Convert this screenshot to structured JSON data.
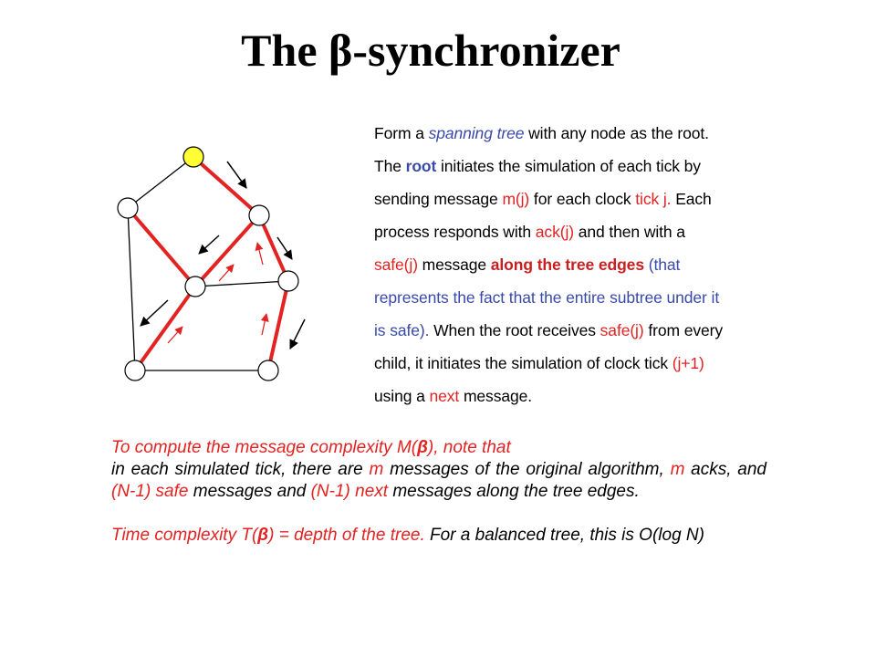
{
  "title": {
    "prefix": "The ",
    "symbol": "β",
    "suffix": "-synchronizer"
  },
  "description": {
    "s1": "Form a ",
    "s2": "spanning tree",
    "s3": " with any node as the root.",
    "s4": "The ",
    "s5": "root",
    "s6": " initiates the simulation of each tick by",
    "s7": "sending message ",
    "s8": "m(j)",
    "s9": " for each clock ",
    "s10": "tick j.",
    "s11": " Each",
    "s12": "process responds with ",
    "s13": "ack(j)",
    "s14": " and then with a",
    "s15": "safe(j)",
    "s16": " message ",
    "s17": "along the tree edges",
    "s18": " (that",
    "s19": "represents the fact that the entire subtree under it",
    "s20": "is safe).",
    "s21": " When the root receives ",
    "s22": "safe(j)",
    "s23": " from every",
    "s24": "child, it initiates the simulation of clock tick ",
    "s25": "(j+1)",
    "s26": "using a ",
    "s27": "next",
    "s28": " message."
  },
  "message_complexity": {
    "intro_prefix": "To compute the message complexity M(",
    "intro_symbol": "β",
    "intro_suffix": "), note that",
    "b1": "in each simulated tick, there are ",
    "b2": "m",
    "b3": " messages of the original algorithm, ",
    "b4": "m",
    "b5": " acks, and ",
    "b6": "(N-1) safe",
    "b7": " messages and ",
    "b8": "(N-1) next",
    "b9": " messages along the tree edges."
  },
  "time_complexity": {
    "prefix": "Time complexity T(",
    "symbol": "β",
    "suffix": ") = depth of the tree.",
    "rest": " For a balanced tree, this is O(log N)"
  },
  "colors": {
    "tree_edge": "#e32222",
    "root_node": "#ffff33",
    "accent_blue": "#3a4aa8"
  }
}
